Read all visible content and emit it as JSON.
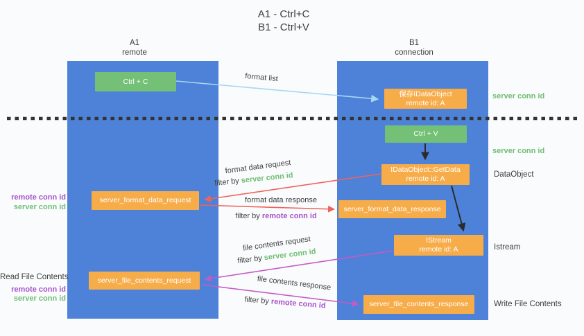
{
  "title": {
    "line1": "A1 - Ctrl+C",
    "line2": "B1 - Ctrl+V"
  },
  "lanes": {
    "a1": {
      "name": "A1",
      "subtitle": "remote"
    },
    "b1": {
      "name": "B1",
      "subtitle": "connection"
    }
  },
  "nodes": {
    "ctrl_c": {
      "label": "Ctrl + C"
    },
    "save_idataobject": {
      "line1": "保存IDataObject",
      "line2": "remote id: A"
    },
    "ctrl_v": {
      "label": "Ctrl + V"
    },
    "getdata": {
      "line1": "IDataObject::GetData",
      "line2": "remote id: A"
    },
    "format_request": {
      "label": "server_format_data_request"
    },
    "format_response": {
      "label": "server_format_data_response"
    },
    "istream": {
      "line1": "IStream",
      "line2": "remote id: A"
    },
    "file_request": {
      "label": "server_file_contents_request"
    },
    "file_response": {
      "label": "server_file_contents_response"
    }
  },
  "arrows": {
    "format_list": {
      "label": "format list"
    },
    "format_data_request": {
      "label": "format data request",
      "filter_prefix": "filter by",
      "filter_key": "server conn id"
    },
    "format_data_response": {
      "label": "format data response",
      "filter_prefix": "filter by",
      "filter_key": "remote conn id"
    },
    "file_contents_request": {
      "label": "file contents request",
      "filter_prefix": "filter by",
      "filter_key": "server conn id"
    },
    "file_contents_response": {
      "label": "file contents response",
      "filter_prefix": "filter by",
      "filter_key": "remote conn id"
    }
  },
  "side_labels": {
    "right_server_conn_id_1": "server conn id",
    "right_server_conn_id_2": "server conn id",
    "data_object": "DataObject",
    "istream": "Istream",
    "write_file_contents": "Write File Contents",
    "left_remote_conn_id_1": "remote conn id",
    "left_server_conn_id_1": "server conn id",
    "read_file_contents": "Read File Contents",
    "left_remote_conn_id_2": "remote conn id",
    "left_server_conn_id_2": "server conn id"
  },
  "colors": {
    "lane_blue": "#4d82d8",
    "green_box": "#74c077",
    "orange_box": "#f7ac4a",
    "arrow_lightblue": "#a7d7f3",
    "arrow_red": "#f0625c",
    "arrow_magenta": "#c45ac6",
    "arrow_black": "#2b2b2b",
    "label_green": "#6fbe74",
    "label_purple": "#a653c8",
    "text_dark": "#3d3d3d"
  }
}
